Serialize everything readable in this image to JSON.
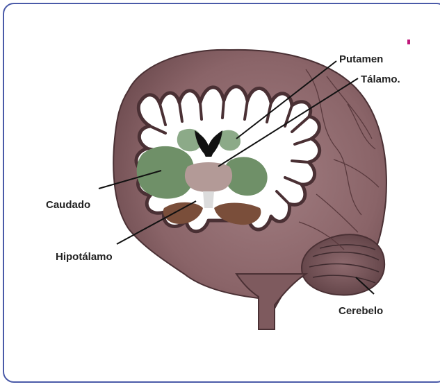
{
  "labels": {
    "putamen": "Putamen",
    "talamo": "Tálamo.",
    "caudado": "Caudado",
    "hipotalamo": "Hipotálamo",
    "cerebelo": "Cerebelo"
  },
  "colors": {
    "frame_border": "#4a5aa8",
    "brain_tissue": "#8a6468",
    "white_matter": "#ffffff",
    "basal_ganglia": "#6f9068",
    "thalamus": "#b39a97",
    "hypothalamus": "#7a4e3a",
    "leader_line": "#111111"
  }
}
